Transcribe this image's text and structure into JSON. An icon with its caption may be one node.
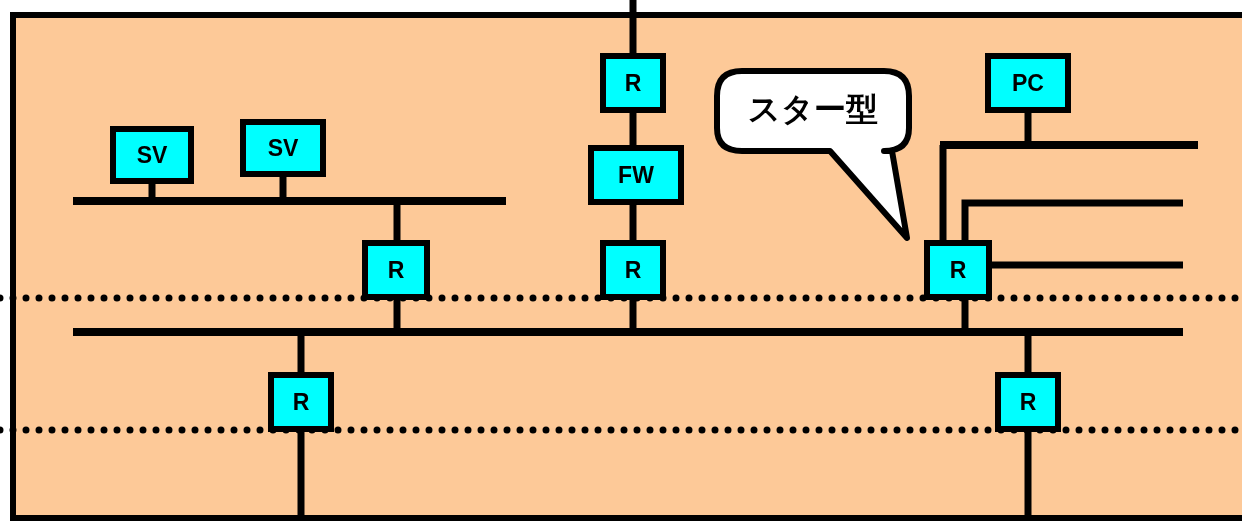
{
  "diagram": {
    "nodes": [
      {
        "text": [
          "SV"
        ]
      },
      {
        "text": [
          "SV"
        ]
      },
      {
        "text": [
          "R"
        ]
      },
      {
        "text": [
          "スター型"
        ]
      },
      {
        "text": [
          "PC"
        ]
      },
      {
        "text": [
          "FW"
        ]
      },
      {
        "text": [
          "R"
        ]
      },
      {
        "text": [
          "R"
        ]
      },
      {
        "text": [
          "R"
        ]
      },
      {
        "text": [
          "R"
        ]
      },
      {
        "text": [
          "R"
        ]
      },
      {
        "text": [],
        "shape": "bar"
      },
      {
        "text": [],
        "shape": "bar"
      },
      {
        "text": [],
        "shape": "bar"
      }
    ],
    "edges": [
      {
        "from": 0,
        "to": 11,
        "arrow": "none"
      },
      {
        "from": 1,
        "to": 11,
        "arrow": "none"
      },
      {
        "from": 11,
        "to": 6,
        "arrow": "none"
      },
      {
        "from": 6,
        "to": 12,
        "arrow": "none"
      },
      {
        "from": 2,
        "to": 5,
        "arrow": "none"
      },
      {
        "from": 5,
        "to": 7,
        "arrow": "none"
      },
      {
        "from": 7,
        "to": 12,
        "arrow": "none"
      },
      {
        "from": 12,
        "to": 9,
        "arrow": "none"
      },
      {
        "from": 12,
        "to": 10,
        "arrow": "none"
      },
      {
        "from": 8,
        "to": 12,
        "arrow": "none"
      },
      {
        "from": 8,
        "to": 13,
        "arrow": "none"
      },
      {
        "from": 4,
        "to": 13,
        "arrow": "none"
      },
      {
        "from": 8,
        "to": null,
        "arrow": "none"
      },
      {
        "from": 8,
        "to": null,
        "arrow": "none"
      },
      {
        "from": 2,
        "to": null,
        "arrow": "none"
      },
      {
        "from": 9,
        "to": null,
        "arrow": "none"
      },
      {
        "from": 10,
        "to": null,
        "arrow": "none"
      }
    ]
  }
}
